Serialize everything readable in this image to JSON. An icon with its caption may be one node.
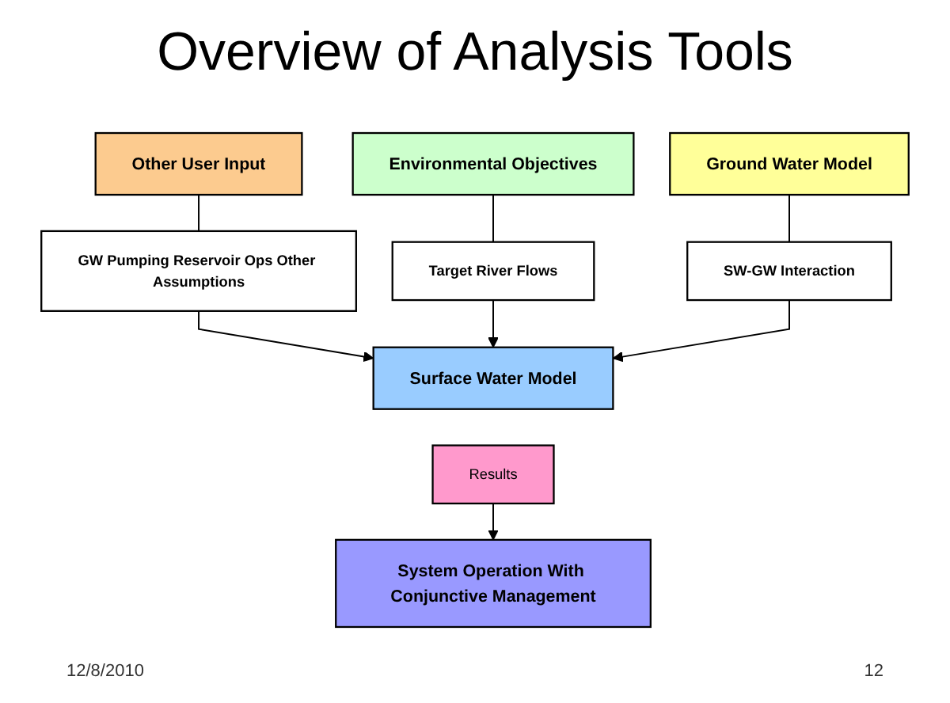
{
  "diagram": {
    "title": "Overview of Analysis Tools",
    "nodes": [
      {
        "text": [
          "Other User Input"
        ]
      },
      {
        "text": [
          "Environmental Objectives"
        ]
      },
      {
        "text": [
          "Ground Water Model"
        ]
      },
      {
        "text": [
          "GW Pumping Reservoir Ops Other Assumptions"
        ]
      },
      {
        "text": [
          "Target River Flows"
        ]
      },
      {
        "text": [
          "Surface Water Model"
        ]
      },
      {
        "text": [
          "SW-GW Interaction"
        ]
      },
      {
        "text": [
          "Results"
        ]
      },
      {
        "text": [
          "System Operation With Conjunctive Management"
        ]
      }
    ],
    "edges": [
      {
        "from": 0,
        "to": 3,
        "arrow": "none"
      },
      {
        "from": 3,
        "to": 5,
        "arrow": "to"
      },
      {
        "from": 1,
        "to": 4,
        "arrow": "none"
      },
      {
        "from": 4,
        "to": 5,
        "arrow": "to"
      },
      {
        "from": 2,
        "to": 6,
        "arrow": "none"
      },
      {
        "from": 6,
        "to": 5,
        "arrow": "to"
      },
      {
        "from": 7,
        "to": 8,
        "arrow": "to"
      }
    ],
    "labels": [
      "12/8/2010",
      "12"
    ]
  }
}
